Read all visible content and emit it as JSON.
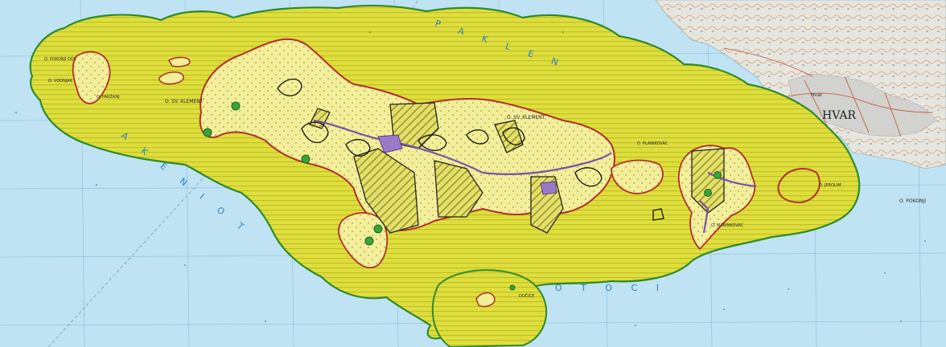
{
  "labels": {
    "town": "HVAR",
    "sea_name_1": "P A K L E N",
    "sea_name_2": "A K E N I   O T",
    "sea_name_3": "O T O C I",
    "islet_sveti_klement_1": "O. SV. KLEMENT",
    "islet_sveti_klement_2": "O. SV. KLEMENT",
    "islet_pokonji": "O. POKONJI",
    "islet_jerolim": "O. JEROLIM",
    "islet_planikovac": "O. PLANIKOVAC",
    "islet_marinkovac": "O. MARINKOVAC",
    "islet_vodnjak": "O. VODNJAK",
    "islet_pokonji_dol": "O. POKONJI DOL",
    "islet_parzanj": "O. PARŽANJ",
    "islet_docice": "DOČIĆE",
    "place_hvar_small": "Hvar"
  },
  "colors": {
    "sea": "#bfe3f3",
    "buffer_zone": "#dede3c",
    "buffer_stripe": "#c2c02a",
    "buffer_outline": "#2f8a2a",
    "island": "#f2ee9a",
    "island_outline": "#b0302a",
    "town_land": "#e6e6e2",
    "green_dot": "#3aa23a",
    "road": "#7a52a8"
  }
}
